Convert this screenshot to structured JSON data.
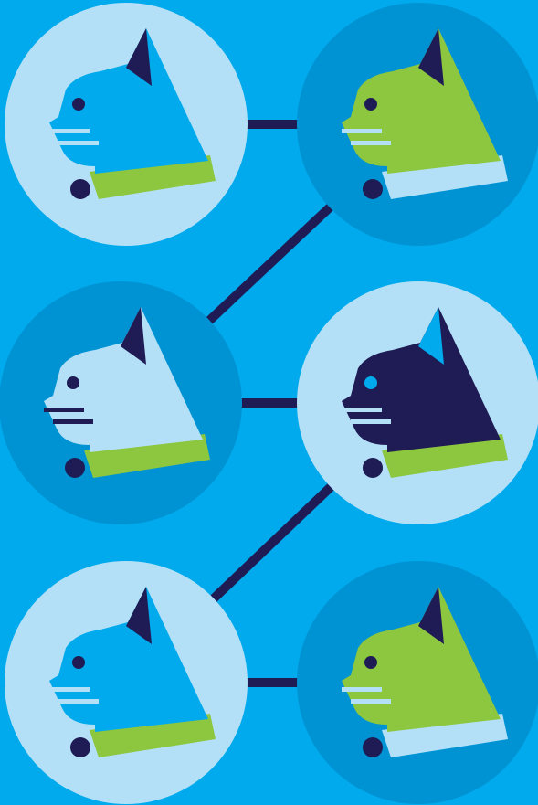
{
  "colors": {
    "background": "#00aaec",
    "connector": "#1f1b55",
    "circle_light": "#b3e0f7",
    "circle_dark": "#0093d4"
  },
  "badges": [
    {
      "name": "badge-cat-top-left",
      "icon": "cat-head-icon",
      "circle": "#b3e0f7",
      "head": "#00aaec",
      "ear": "#1f1b55",
      "collar": "#8dc63f",
      "eye": "#1f1b55",
      "whiskers": "#b3e0f7",
      "dot": "#1f1b55"
    },
    {
      "name": "badge-cat-top-right",
      "icon": "cat-head-icon",
      "circle": "#0093d4",
      "head": "#8dc63f",
      "ear": "#1f1b55",
      "collar": "#b3e0f7",
      "eye": "#1f1b55",
      "whiskers": "#b3e0f7",
      "dot": "#1f1b55"
    },
    {
      "name": "badge-cat-middle-left",
      "icon": "cat-head-icon",
      "circle": "#0093d4",
      "head": "#b3e0f7",
      "ear": "#1f1b55",
      "collar": "#8dc63f",
      "eye": "#1f1b55",
      "whiskers": "#1f1b55",
      "dot": "#1f1b55"
    },
    {
      "name": "badge-cat-middle-right",
      "icon": "cat-head-icon",
      "circle": "#b3e0f7",
      "head": "#1f1b55",
      "ear": "#00aaec",
      "collar": "#8dc63f",
      "eye": "#00aaec",
      "whiskers": "#b3e0f7",
      "dot": "#1f1b55"
    },
    {
      "name": "badge-cat-bottom-left",
      "icon": "cat-head-icon",
      "circle": "#b3e0f7",
      "head": "#00aaec",
      "ear": "#1f1b55",
      "collar": "#8dc63f",
      "eye": "#1f1b55",
      "whiskers": "#b3e0f7",
      "dot": "#1f1b55"
    },
    {
      "name": "badge-cat-bottom-right",
      "icon": "cat-head-icon",
      "circle": "#0093d4",
      "head": "#8dc63f",
      "ear": "#1f1b55",
      "collar": "#b3e0f7",
      "eye": "#1f1b55",
      "whiskers": "#b3e0f7",
      "dot": "#1f1b55"
    }
  ],
  "connectors": [
    {
      "name": "connector-top-horizontal"
    },
    {
      "name": "connector-top-diagonal"
    },
    {
      "name": "connector-middle-horizontal"
    },
    {
      "name": "connector-bottom-diagonal"
    },
    {
      "name": "connector-bottom-horizontal"
    }
  ]
}
